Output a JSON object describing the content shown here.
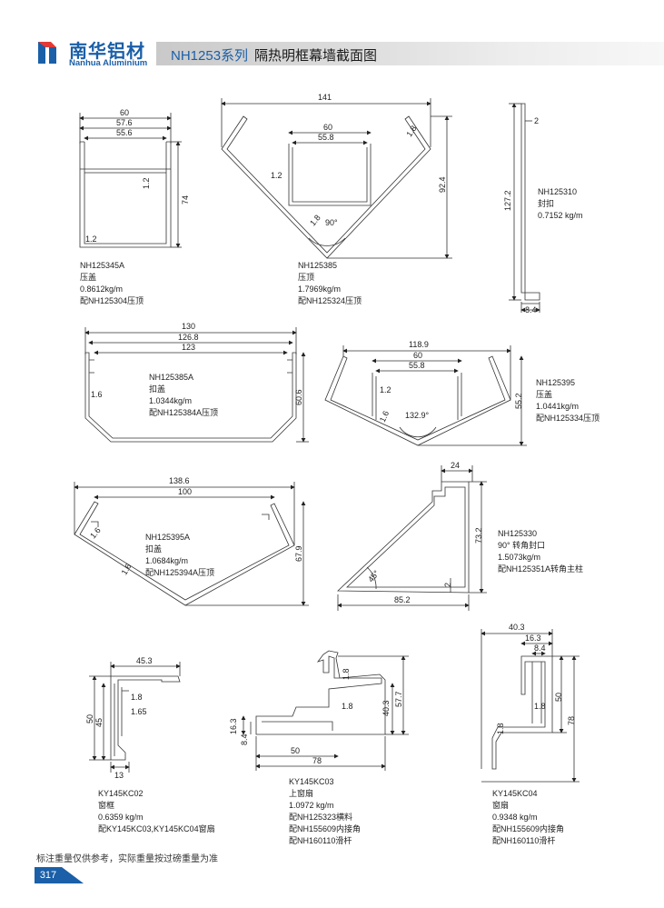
{
  "header": {
    "brand_cn": "南华铝材",
    "brand_en": "Nanhua Aluminium",
    "series": "NH1253系列",
    "title": "隔热明框幕墙截面图",
    "logo_icon": "nanhua-logo-icon",
    "accent_color": "#1a5fa8"
  },
  "profiles": [
    {
      "code": "NH125345A",
      "name": "压盖",
      "weight": "0.8612kg/m",
      "note": "配NH125304压顶",
      "dims": {
        "d1": "60",
        "d2": "57.6",
        "d3": "55.6",
        "d4": "1.2",
        "d5": "74",
        "d6": "1.2"
      }
    },
    {
      "code": "NH125385",
      "name": "压顶",
      "weight": "1.7969kg/m",
      "note": "配NH125324压顶",
      "dims": {
        "d1": "141",
        "d2": "60",
        "d3": "55.8",
        "d4": "1.8",
        "d5": "92.4",
        "d6": "1.2",
        "d7": "1.8",
        "d8": "90°"
      }
    },
    {
      "code": "NH125310",
      "name": "封扣",
      "weight": "0.7152 kg/m",
      "note": "",
      "dims": {
        "d1": "2",
        "d2": "127.2",
        "d3": "8.4"
      }
    },
    {
      "code": "NH125385A",
      "name": "扣盖",
      "weight": "1.0344kg/m",
      "note": "配NH125384A压顶",
      "dims": {
        "d1": "130",
        "d2": "126.8",
        "d3": "123",
        "d4": "1.6",
        "d5": "60.6"
      }
    },
    {
      "code": "NH125395",
      "name": "压盖",
      "weight": "1.0441kg/m",
      "note": "配NH125334压顶",
      "dims": {
        "d1": "118.9",
        "d2": "60",
        "d3": "55.8",
        "d4": "1.2",
        "d5": "1.6",
        "d6": "132.9°",
        "d7": "55.2"
      }
    },
    {
      "code": "NH125395A",
      "name": "扣盖",
      "weight": "1.0684kg/m",
      "note": "配NH125394A压顶",
      "dims": {
        "d1": "138.6",
        "d2": "100",
        "d3": "1.6",
        "d4": "1.6",
        "d5": "67.9"
      }
    },
    {
      "code": "NH125330",
      "name": "90°  转角封口",
      "weight": "1.5073kg/m",
      "note": "配NH125351A转角主柱",
      "dims": {
        "d1": "24",
        "d2": "73.2",
        "d3": "45°",
        "d4": "2",
        "d5": "85.2"
      }
    },
    {
      "code": "KY145KC02",
      "name": "窗框",
      "weight": "0.6359 kg/m",
      "note": "配KY145KC03,KY145KC04窗扇",
      "dims": {
        "d1": "45.3",
        "d2": "50",
        "d3": "45",
        "d4": "1.8",
        "d5": "1.65",
        "d6": "13"
      }
    },
    {
      "code": "KY145KC03",
      "name": "上窗扇",
      "weight": "1.0972 kg/m",
      "note": "配NH125323横料",
      "note2": "配NH155609内接角",
      "note3": "配NH160110滑杆",
      "dims": {
        "d1": "1.8",
        "d2": "1.8",
        "d3": "40.3",
        "d4": "57.7",
        "d5": "16.3",
        "d6": "8.4",
        "d7": "50",
        "d8": "78"
      }
    },
    {
      "code": "KY145KC04",
      "name": "窗扇",
      "weight": "0.9348 kg/m",
      "note": "配NH155609内接角",
      "note2": "配NH160110滑杆",
      "dims": {
        "d1": "40.3",
        "d2": "16.3",
        "d3": "8.4",
        "d4": "1.8",
        "d5": "50",
        "d6": "1.8",
        "d7": "78"
      }
    }
  ],
  "footer": {
    "note": "标注重量仅供参考，实际重量按过磅重量为准",
    "page_number": "317"
  }
}
